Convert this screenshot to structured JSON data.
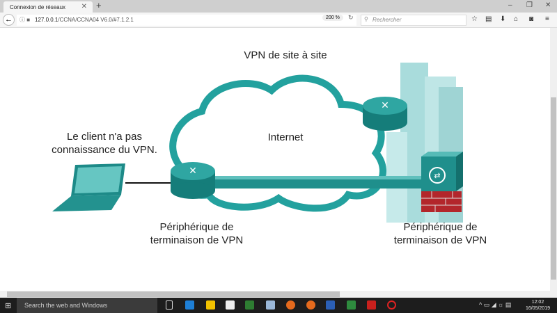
{
  "browser": {
    "tab_title": "Connexion de réseaux",
    "url_host": "127.0.0.1",
    "url_path": "/CCNA/CCNA04 V6.0/#7.1.2.1",
    "zoom": "200 %",
    "search_placeholder": "Rechercher"
  },
  "diagram": {
    "title": "VPN de site à site",
    "cloud_label": "Internet",
    "client_note": "Le client n'a pas connaissance du VPN.",
    "left_device": "Périphérique de terminaison de VPN",
    "right_device": "Périphérique de terminaison de VPN"
  },
  "taskbar": {
    "search": "Search the web and Windows",
    "time": "12:02",
    "date": "16/05/2019"
  },
  "colors": {
    "teal": "#1a8c8c",
    "cloud": "#2aa3a0",
    "brick": "#b3262b"
  }
}
